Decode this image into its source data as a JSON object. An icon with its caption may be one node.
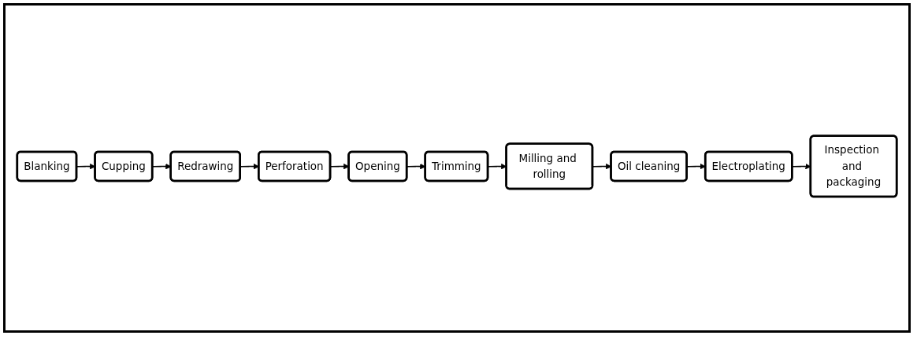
{
  "diagram": {
    "nodes": [
      {
        "text": [
          "Blanking"
        ]
      },
      {
        "text": [
          "Cupping"
        ]
      },
      {
        "text": [
          "Redrawing"
        ]
      },
      {
        "text": [
          "Perforation"
        ]
      },
      {
        "text": [
          "Opening"
        ]
      },
      {
        "text": [
          "Trimming"
        ]
      },
      {
        "text": [
          "Milling and rolling"
        ]
      },
      {
        "text": [
          "Oil cleaning"
        ]
      },
      {
        "text": [
          "Electroplating"
        ]
      },
      {
        "text": [
          "Inspection and packaging"
        ]
      }
    ],
    "edges": [
      {
        "from": 0,
        "to": 1,
        "arrow": "to"
      },
      {
        "from": 1,
        "to": 2,
        "arrow": "to"
      },
      {
        "from": 2,
        "to": 3,
        "arrow": "to"
      },
      {
        "from": 3,
        "to": 4,
        "arrow": "to"
      },
      {
        "from": 4,
        "to": 5,
        "arrow": "to"
      },
      {
        "from": 5,
        "to": 6,
        "arrow": "to"
      },
      {
        "from": 6,
        "to": 7,
        "arrow": "to"
      },
      {
        "from": 7,
        "to": 8,
        "arrow": "to"
      },
      {
        "from": 8,
        "to": 9,
        "arrow": "to"
      }
    ]
  }
}
